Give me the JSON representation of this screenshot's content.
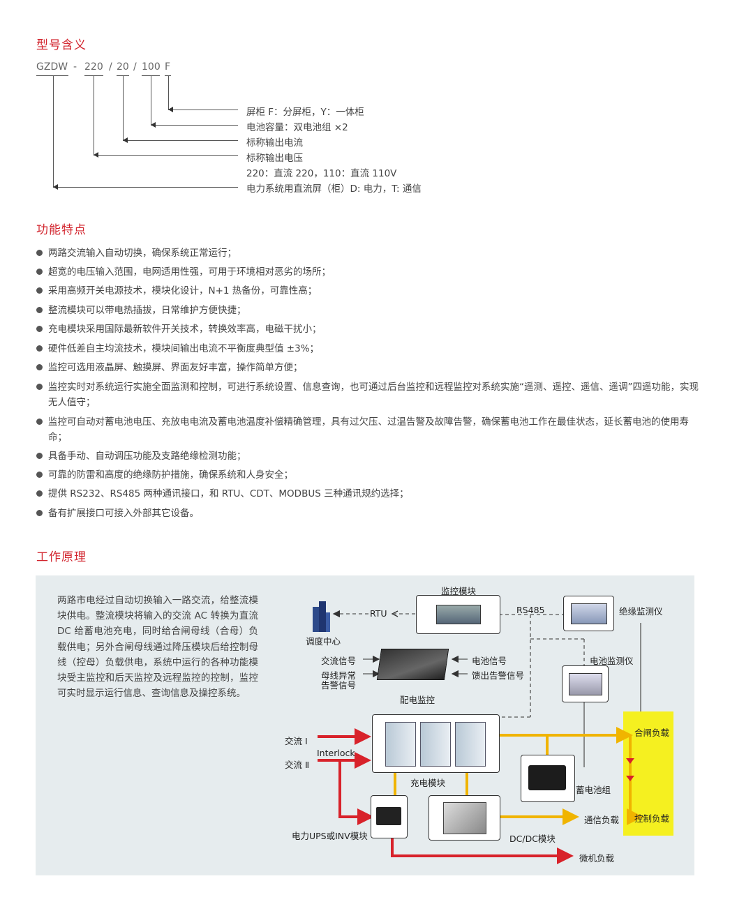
{
  "sections": {
    "model_title": "型号含义",
    "features_title": "功能特点",
    "principle_title": "工作原理"
  },
  "model": {
    "code_parts": [
      "GZDW",
      "-",
      "220",
      "/",
      "20",
      "/",
      "100",
      "F"
    ],
    "descriptions": [
      "屏柜 F：分屏柜，Y：一体柜",
      "电池容量：双电池组 ×2",
      "标称输出电流",
      "标称输出电压",
      "220：直流 220，110：直流 110V",
      "电力系统用直流屏（柜）D: 电力，T: 通信"
    ]
  },
  "features": [
    "两路交流输入自动切换，确保系统正常运行；",
    "超宽的电压输入范围，电网适用性强，可用于环境相对恶劣的场所；",
    "采用高频开关电源技术，模块化设计，N+1 热备份，可靠性高；",
    "整流模块可以带电热插拔，日常维护方便快捷；",
    "充电模块采用国际最新软件开关技术，转换效率高，电磁干扰小；",
    "硬件低差自主均流技术，模块间输出电流不平衡度典型值 ±3%；",
    "监控可选用液晶屏、触摸屏、界面友好丰富，操作简单方便；",
    "监控实时对系统运行实施全面监测和控制，可进行系统设置、信息查询，也可通过后台监控和远程监控对系统实施“遥测、遥控、遥信、遥调”四遥功能，实现无人值守；",
    "监控可自动对蓄电池电压、充放电电流及蓄电池温度补偿精确管理，具有过欠压、过温告警及故障告警，确保蓄电池工作在最佳状态，延长蓄电池的使用寿命；",
    "具备手动、自动调压功能及支路绝缘检测功能；",
    "可靠的防雷和高度的绝缘防护措施，确保系统和人身安全；",
    "提供 RS232、RS485 两种通讯接口，和 RTU、CDT、MODBUS 三种通讯规约选择；",
    "备有扩展接口可接入外部其它设备。"
  ],
  "principle": {
    "text": "两路市电经过自动切换输入一路交流，给整流模块供电。整流模块将输入的交流 AC 转换为直流 DC 给蓄电池充电，同时给合闸母线（合母）负载供电；另外合闸母线通过降压模块后给控制母线（控母）负载供电，系统中运行的各种功能模块受主监控和后天监控及远程监控的控制，监控可实时显示运行信息、查询信息及操控系统。",
    "labels": {
      "monitor_module": "监控模块",
      "rtu": "RTU",
      "rs485": "RS485",
      "insulation": "绝缘监测仪",
      "dispatch": "调度中心",
      "ac_signal": "交流信号",
      "bus_abnormal": "母线异常",
      "alarm_signal": "告警信号",
      "battery_signal": "电池信号",
      "feeder_alarm": "馈出告警信号",
      "power_monitor": "配电监控",
      "battery_monitor": "电池监测仪",
      "ac1": "交流 Ⅰ",
      "ac2": "交流 Ⅱ",
      "interlock": "Interlock",
      "charge_module": "充电模块",
      "battery_group": "蓄电池组",
      "close_load": "合闸负载",
      "control_load": "控制负载",
      "comm_load": "通信负载",
      "ups": "电力UPS或INV模块",
      "dcdc": "DC/DC模块",
      "micro_load": "微机负载"
    }
  },
  "colors": {
    "heading": "#d2252e",
    "panel_bg": "#e6ecee",
    "ac_line": "#d8222a",
    "dc_line": "#f0b400",
    "load_box": "#f5f020"
  }
}
